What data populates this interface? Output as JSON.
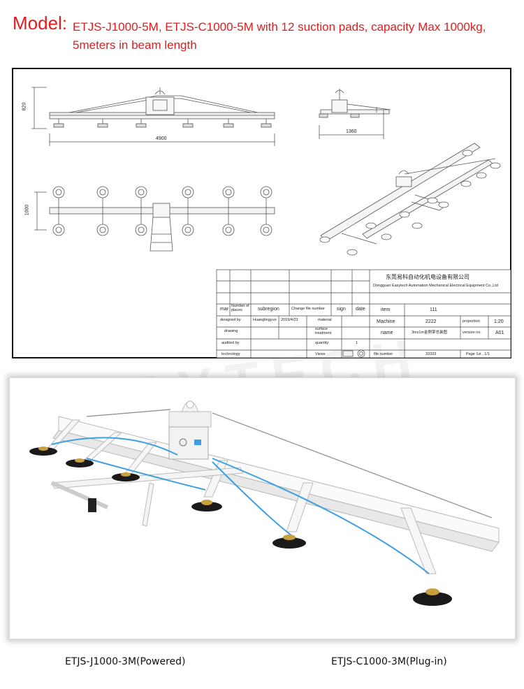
{
  "header": {
    "model_label": "Model:",
    "model_text": "ETJS-J1000-5M, ETJS-C1000-5M with 12 suction pads, capacity Max 1000kg, 5meters in beam length"
  },
  "drawing": {
    "dimensions": {
      "height": "820",
      "length": "4900",
      "side_width": "1360",
      "width": "1000"
    },
    "title_block": {
      "company_cn": "东莞易科自动化机电设备有限公司",
      "company_en": "Dongguan Easytech Automation Mechanical Electrical Equipment Co.,Ltd",
      "col_mar": "mar",
      "col_number_of_places": "Number of places",
      "col_subregion": "subregion",
      "col_change_file": "Change file number",
      "col_sign": "sign",
      "col_date": "date",
      "designed_by_label": "designed by",
      "designed_by_value": "Huanglingyun",
      "design_date": "2019/4/23",
      "material_label": "material",
      "drawing_label": "drawing",
      "surface_label": "surface treatment",
      "audited_label": "audited by",
      "quantity_label": "quantity",
      "quantity_value": "1",
      "technology_label": "technology",
      "views_label": "Views",
      "item_label": "item",
      "item_value": "111",
      "machine_label": "Machine",
      "machine_value": "2222",
      "proportion_label": "proportion",
      "proportion_value": "1:20",
      "name_label": "name",
      "name_value": "3mx1m金刚掌总装图",
      "version_label": "version no.",
      "version_value": "A01",
      "file_number_label": "file number",
      "file_number_value": "33333",
      "page_value": "Page 1st , 1/1"
    }
  },
  "watermark": "EASYTECH",
  "captions": {
    "left": "ETJS-J1000-3M(Powered)",
    "right": "ETJS-C1000-3M(Plug-in)"
  },
  "colors": {
    "title_red": "#e31c1c",
    "frame": "#ffffff",
    "hose": "#3ea0e0",
    "brass": "#c8a040"
  }
}
